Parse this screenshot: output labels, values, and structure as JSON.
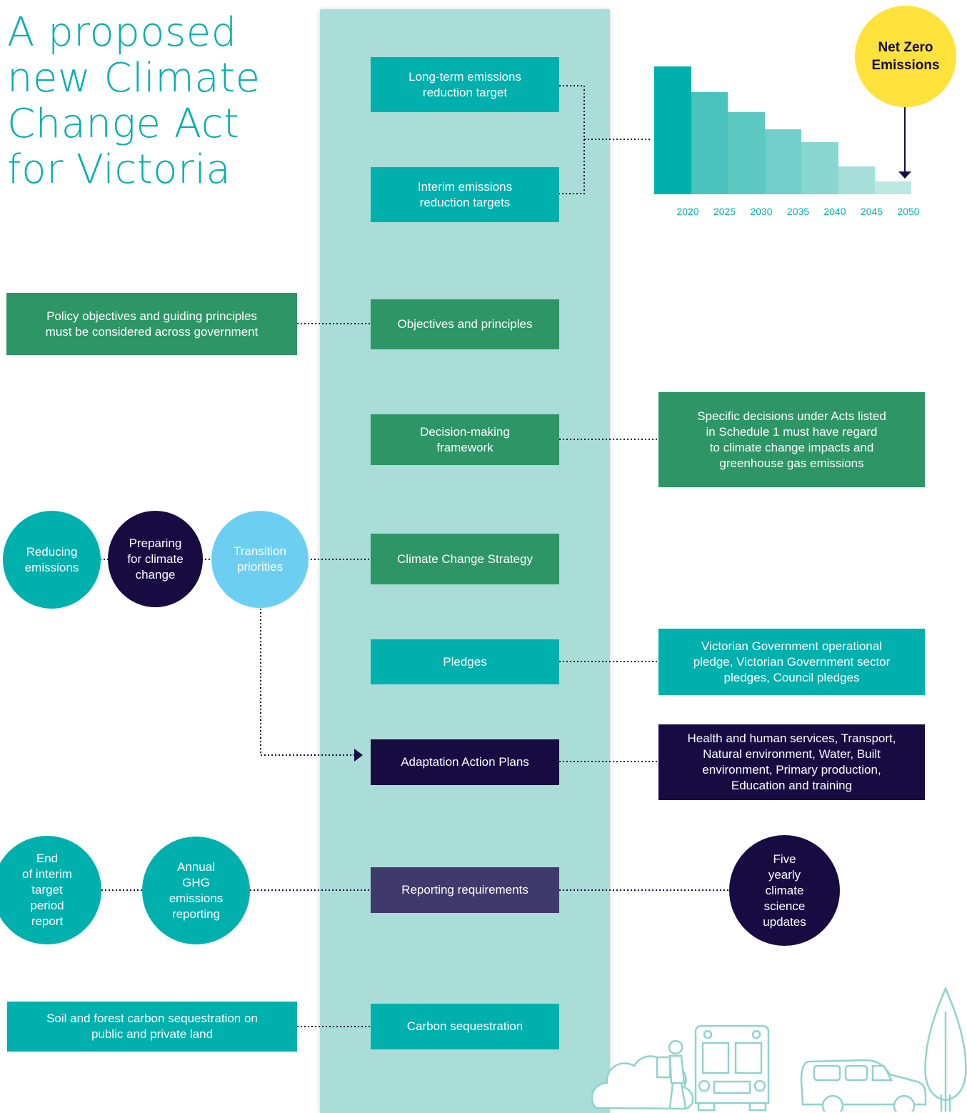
{
  "title_lines": [
    "A proposed",
    "new Climate",
    "Change Act",
    "for Victoria"
  ],
  "spine_boxes": {
    "long_term": "Long-term emissions\nreduction target",
    "interim": "Interim emissions\nreduction targets",
    "objectives": "Objectives and principles",
    "decision": "Decision-making\nframework",
    "strategy": "Climate Change Strategy",
    "pledges": "Pledges",
    "adaptation": "Adaptation Action Plans",
    "reporting": "Reporting requirements",
    "sequestration": "Carbon sequestration"
  },
  "side_boxes": {
    "policy": "Policy objectives and guiding principles\nmust be considered across government",
    "decisions": "Specific decisions under Acts listed\nin Schedule 1 must have regard\nto climate change impacts and\ngreenhouse gas emissions",
    "pledges_detail": "Victorian Government operational\npledge, Victorian Government sector\npledges, Council pledges",
    "adaptation_detail": "Health and human services, Transport,\nNatural environment, Water, Built\nenvironment, Primary production,\nEducation and training",
    "soil": "Soil and forest carbon sequestration on\npublic and private land"
  },
  "circles": {
    "reducing": "Reducing\nemissions",
    "preparing": "Preparing\nfor climate\nchange",
    "transition": "Transition\npriorities",
    "end_interim": "End\nof interim\ntarget\nperiod\nreport",
    "annual": "Annual\nGHG\nemissions\nreporting",
    "five_yearly": "Five\nyearly\nclimate\nscience\nupdates"
  },
  "net_zero_label": "Net Zero\nEmissions",
  "colors": {
    "teal": "#00b0ad",
    "green": "#2d9566",
    "navy": "#170b42",
    "purple": "#3f3a6b",
    "light_blue": "#6ccff2",
    "yellow": "#ffe23b",
    "spine": "#aadcd8"
  },
  "chart_data": {
    "type": "bar",
    "categories": [
      "2020",
      "2025",
      "2030",
      "2035",
      "2040",
      "2045",
      "2050"
    ],
    "values": [
      100,
      80,
      64,
      51,
      41,
      22,
      10
    ],
    "bar_colors": [
      "#00b0ad",
      "#4ac2bd",
      "#5ec8c2",
      "#72cec8",
      "#89d5d0",
      "#a6dfda",
      "#bce7e3"
    ],
    "title": "",
    "xlabel": "",
    "ylabel": "",
    "annotation": "Net Zero\nEmissions",
    "ylim": [
      0,
      100
    ]
  },
  "icons": [
    "city-illustration"
  ]
}
